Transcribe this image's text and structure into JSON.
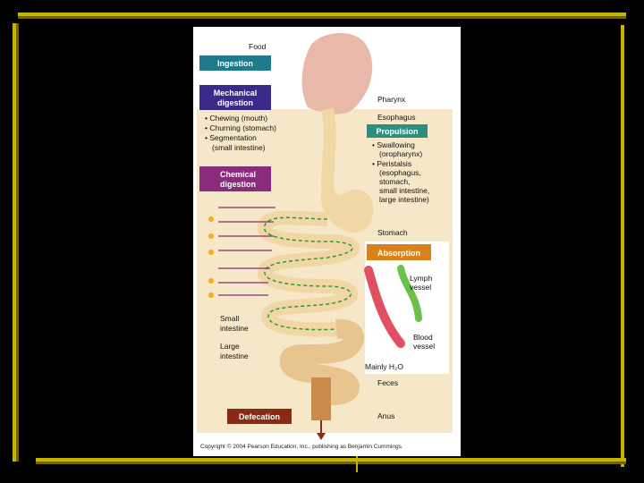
{
  "diagram": {
    "stages": {
      "ingestion": "Ingestion",
      "mechanical": [
        "Mechanical",
        "digestion"
      ],
      "chemical": [
        "Chemical",
        "digestion"
      ],
      "propulsion": "Propulsion",
      "absorption": "Absorption",
      "defecation": "Defecation"
    },
    "mechanical_items": [
      "• Chewing (mouth)",
      "• Churning (stomach)",
      "• Segmentation",
      "(small intestine)"
    ],
    "propulsion_items": [
      "• Swallowing",
      "(oropharynx)",
      "• Peristalsis",
      "(esophagus,",
      "stomach,",
      "small intestine,",
      "large intestine)"
    ],
    "anatomy": {
      "food": "Food",
      "pharynx": "Pharynx",
      "esophagus": "Esophagus",
      "stomach": "Stomach",
      "lymph": [
        "Lymph",
        "vessel"
      ],
      "small_intestine": [
        "Small",
        "intestine"
      ],
      "large_intestine": [
        "Large",
        "intestine"
      ],
      "blood": [
        "Blood",
        "vessel"
      ],
      "water": "Mainly H₂O",
      "feces": "Feces",
      "anus": "Anus"
    },
    "copyright": "Copyright © 2004 Pearson Education, Inc., publishing as Benjamin Cummings."
  },
  "colors": {
    "ingestion": "#1f7a8c",
    "mechanical": "#3a2a8a",
    "chemical": "#8a2b7c",
    "propulsion": "#2f8f7f",
    "absorption": "#d9821c",
    "defecation": "#8a2a14",
    "tract": "#f2d7a6",
    "background": "#f6e7c8"
  }
}
